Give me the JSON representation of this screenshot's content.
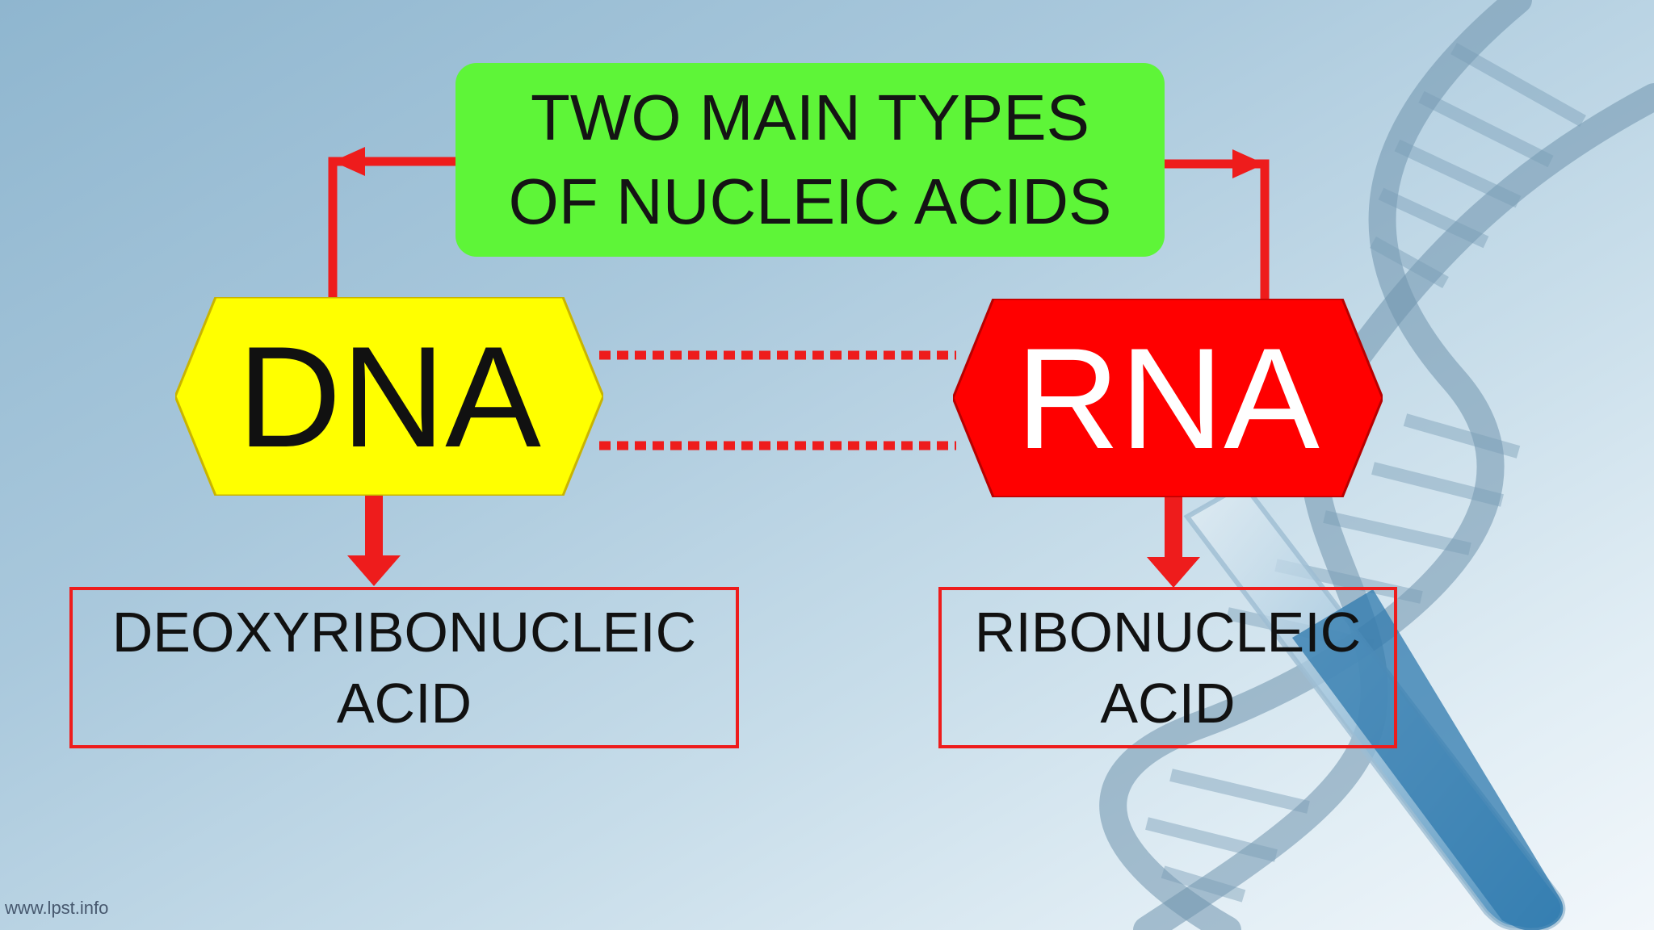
{
  "title": {
    "line1": "TWO MAIN TYPES",
    "line2": "OF NUCLEIC ACIDS"
  },
  "nodes": {
    "dna": {
      "label": "DNA",
      "fill": "#ffff00",
      "text_color": "#111111"
    },
    "rna": {
      "label": "RNA",
      "fill": "#ff0000",
      "text_color": "#ffffff"
    }
  },
  "full_names": {
    "dna": {
      "line1": "DEOXYRIBONUCLEIC",
      "line2": "ACID"
    },
    "rna": {
      "line1": "RIBONUCLEIC",
      "line2": "ACID"
    }
  },
  "watermark": "www.lpst.info",
  "colors": {
    "title_fill": "#5ef538",
    "connector": "#ee1c1c",
    "background_start": "#8fb6cf",
    "background_end": "#f2f7fb"
  }
}
